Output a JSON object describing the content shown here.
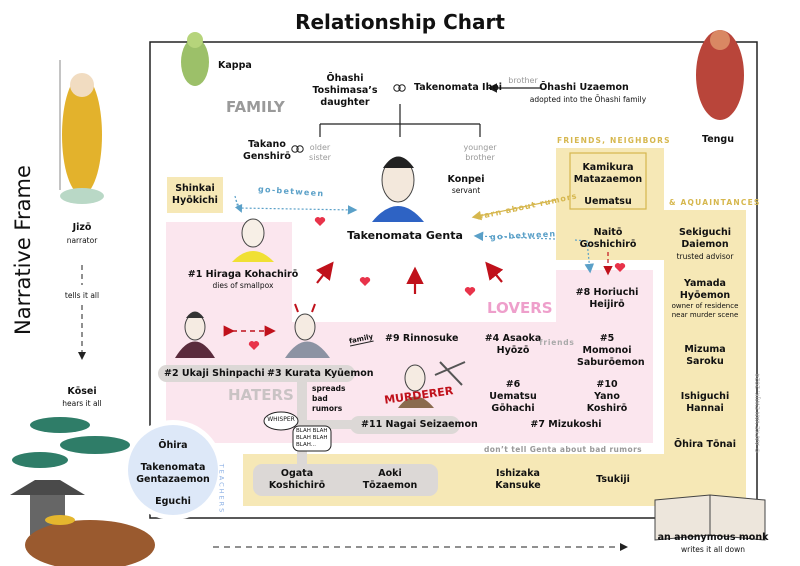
{
  "title": "Relationship Chart",
  "narrative_frame": {
    "label": "Narrative Frame",
    "narrator": {
      "name": "Jizō",
      "role": "narrator"
    },
    "link": "tells it all",
    "listener": {
      "name": "Kōsei",
      "role": "hears it all"
    },
    "writer": {
      "name": "an anonymous monk",
      "role": "writes it all down"
    }
  },
  "spirits": {
    "kappa": "Kappa",
    "tengu": "Tengu"
  },
  "family": {
    "label": "FAMILY",
    "mother": "Ōhashi Toshimasa’s daughter",
    "father": "Takenomata Ihei",
    "uncle": {
      "name": "Ōhashi Uzaemon",
      "note": "adopted into the Ōhashi family",
      "relation": "brother"
    },
    "brother_in_law": "Takano Genshirō",
    "older_sister": "older sister",
    "younger_brother": "younger brother",
    "protagonist": "Takenomata Genta",
    "servant": {
      "name": "Konpei",
      "role": "servant"
    }
  },
  "friends": {
    "label": "FRIENDS, NEIGHBORS",
    "inner": [
      "Kamikura Matazaemon",
      "Uematsu"
    ],
    "naito": "Naitō Goshichirō",
    "warn": "warn about rumors",
    "shinkai": "Shinkai Hyōkichi",
    "go_between": "go-between"
  },
  "acquaintances": {
    "label": "& AQUAINTANCES",
    "items": [
      {
        "name": "Sekiguchi Daiemon",
        "note": "trusted advisor"
      },
      {
        "name": "Yamada Hyōemon",
        "note": "owner of residence near murder scene"
      },
      {
        "name": "Mizuma Saroku",
        "note": ""
      },
      {
        "name": "Ishiguchi Hannai",
        "note": ""
      },
      {
        "name": "Ōhira Tōnai",
        "note": ""
      }
    ]
  },
  "lovers": {
    "label": "LOVERS",
    "hiraga": {
      "name": "#1 Hiraga Kohachirō",
      "note": "dies of smallpox"
    },
    "horiuchi": "#8 Horiuchi Heijirō",
    "rinnosuke": "#9 Rinnosuke",
    "family_tag": "family",
    "asaoka": "#4 Asaoka Hyōzō",
    "friends_tag": "friends",
    "momonoi": "#5 Momonoi Saburōemon",
    "uematsu": "#6 Uematsu Gōhachi",
    "yano": "#10 Yano Koshirō",
    "mizukoshi": "#7 Mizukoshi",
    "dont_tell": "don’t tell Genta about bad rumors"
  },
  "haters": {
    "label": "HATERS",
    "ukaji": "#2 Ukaji Shinpachi",
    "kurata": "#3 Kurata Kyūemon",
    "spreads": "spreads bad rumors",
    "nagai": "#11 Nagai  Seizaemon",
    "murderer": "MURDERER",
    "whisper": "WHISPER",
    "blah": "BLAH BLAH BLAH BLAH BLAH..."
  },
  "teachers": {
    "label": "TEACHERS",
    "items": [
      "Ōhira",
      "Takenomata Gentazaemon",
      "Eguchi"
    ]
  },
  "bottom_people": [
    "Ogata Koshichirō",
    "Aoki Tōzaemon",
    "Ishizaka Kansuke",
    "Tsukiji"
  ],
  "copyright": "© AAFKE VAN EWIJK, 2024",
  "colors": {
    "yellow": "#f6e8b6",
    "pink": "#fbe6ee",
    "teachers": "#dde8f8",
    "pill": "#dcd8d6",
    "red": "#c0111b",
    "blue": "#5aa0c8",
    "gold": "#d6b74e",
    "lovers": "#ee9fcb"
  }
}
